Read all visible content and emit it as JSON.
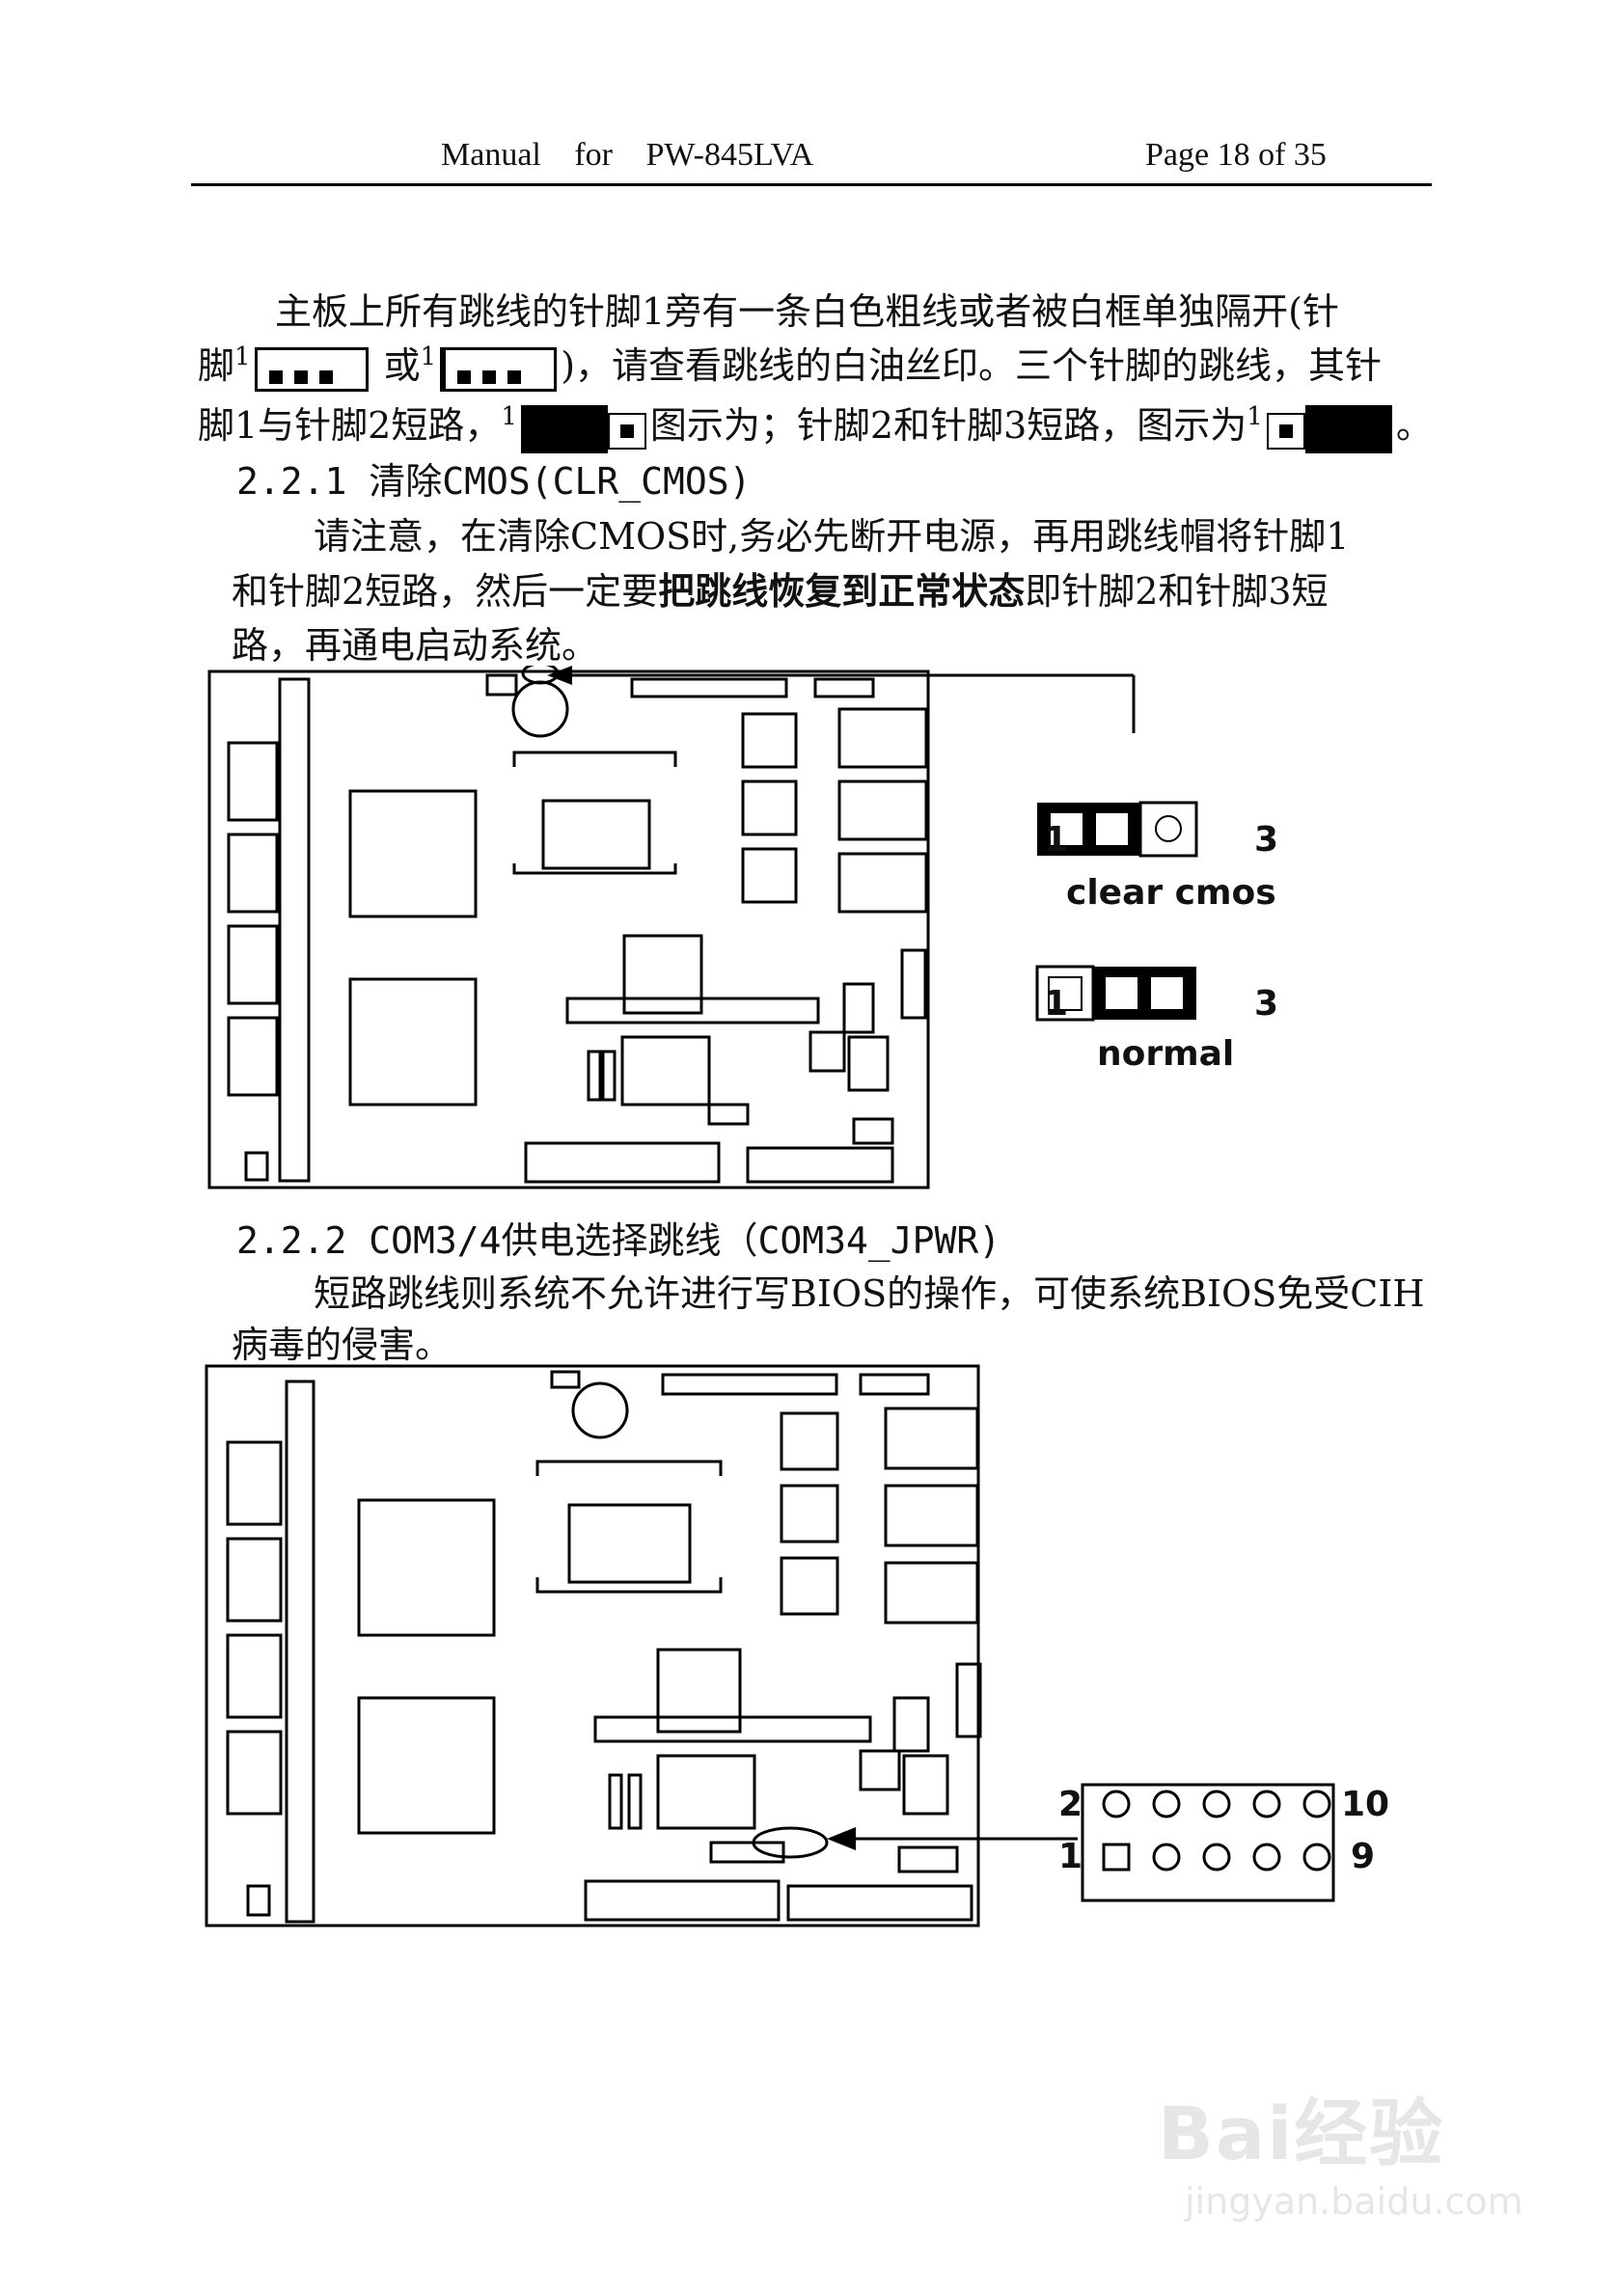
{
  "header": {
    "left": "Manual for PW-845LVA",
    "right": "Page 18 of 35"
  },
  "intro": {
    "line1": "主板上所有跳线的针脚1旁有一条白色粗线或者被白框单独隔开(针",
    "line2_a": "脚",
    "line2_b": "或",
    "line2_c": ")，请查看跳线的白油丝印。三个针脚的跳线，其针",
    "line3_a": "脚1与针脚2短路，",
    "line3_b": "图示为；针脚2和针脚3短路，图示为",
    "line3_c": "。",
    "pin_one": "1"
  },
  "section1": {
    "heading": "2.2.1 清除CMOS(CLR_CMOS)",
    "line1": "请注意，在清除CMOS时,务必先断开电源，再用跳线帽将针脚1",
    "line2_a": "和针脚2短路，然后一定要",
    "line2_bold": "把跳线恢复到正常状态",
    "line2_b": "即针脚2和针脚3短",
    "line3": "路，再通电启动系统。",
    "jumper_clear": {
      "pin_left": "1",
      "pin_right": "3",
      "label": "clear cmos"
    },
    "jumper_normal": {
      "pin_left": "1",
      "pin_right": "3",
      "label": "normal"
    }
  },
  "section2": {
    "heading": "2.2.2 COM3/4供电选择跳线（COM34_JPWR)",
    "line1": "短路跳线则系统不允许进行写BIOS的操作，可使系统BIOS免受CIH",
    "line2": "病毒的侵害。",
    "header_pins": {
      "top_left": "2",
      "top_right": "10",
      "bottom_left": "1",
      "bottom_right": "9"
    }
  },
  "watermark": {
    "brand": "Bai经验",
    "url": "jingyan.baidu.com"
  }
}
